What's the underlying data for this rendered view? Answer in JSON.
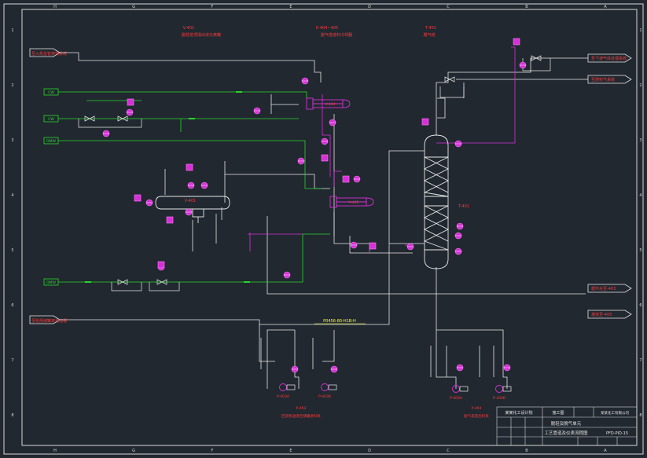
{
  "frame": {
    "col_labels": [
      "H",
      "G",
      "F",
      "E",
      "D",
      "C",
      "B",
      "A"
    ],
    "row_labels": [
      "1",
      "2",
      "3",
      "4",
      "5",
      "6",
      "7",
      "8"
    ]
  },
  "equipment_titles": [
    {
      "tag": "V-401",
      "desc": "脱轻塔顶馏出液分离罐"
    },
    {
      "tag": "E-404~405",
      "desc": "脱气塔进料冷却器"
    },
    {
      "tag": "T-401",
      "desc": "脱气塔"
    }
  ],
  "equipment_tags": {
    "v401": "V-401",
    "e404": "V-404",
    "e405": "V-405",
    "t401": "T-401"
  },
  "streams": {
    "left_top": "至火炬总管排放系统",
    "left_bottom": "至轻烃储罐来自储槽",
    "right_1": "至下游气体处理系统",
    "right_2": "至燃料气系统",
    "right_3": "循环水至-403",
    "right_4": "凝液至-405"
  },
  "boxes": [
    "CW",
    "CW",
    "DMW",
    "DMW"
  ],
  "line_number": "P0456-80-H1B-H",
  "pumps": [
    {
      "tag": "P-403A",
      "desc": ""
    },
    {
      "tag": "P-403B",
      "desc": ""
    },
    {
      "tag": "P-404A",
      "desc": ""
    },
    {
      "tag": "P-404B",
      "desc": ""
    }
  ],
  "pump_groups": [
    {
      "tag": "P-403",
      "desc": "回流泵送液至储罐进料泵"
    },
    {
      "tag": "P-404",
      "desc": "脱气塔底出料泵"
    }
  ],
  "title_block": {
    "company": "某某化工设计院",
    "stage": "施工图",
    "project": "某某化工有限公司",
    "drawing_title_1": "脱轻及脱气单元",
    "drawing_title_2": "工艺管道及仪表流程图",
    "drawing_no": "PFD-PID-15"
  },
  "colors": {
    "background": "#212830",
    "frame": "#d8d8d8",
    "process_line": "#e8e8e8",
    "water_line": "#29d629",
    "utility_line": "#d631d6",
    "label_text": "#ff3a3a",
    "highlight_text": "#ffff33"
  }
}
